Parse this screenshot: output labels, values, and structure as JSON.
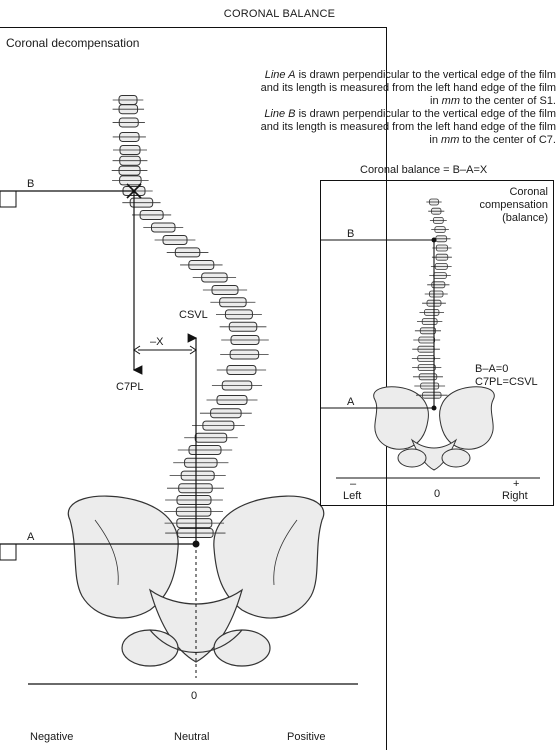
{
  "title": "CORONAL BALANCE",
  "main": {
    "panel_label": "Coronal decompensation",
    "line_b_label": "B",
    "line_a_label": "A",
    "csvl_label": "CSVL",
    "c7pl_label": "C7PL",
    "offset_label": "–X",
    "axis_zero": "0",
    "negative": "Negative",
    "neutral": "Neutral",
    "positive": "Positive"
  },
  "description": {
    "a_lead": "Line A",
    "a_line1": " is drawn perpendicular to the vertical edge of the film",
    "a_line2": "and its length is measured from the left hand edge of the film",
    "a_pre3": "in ",
    "a_mm": "mm",
    "a_post3": " to the center of S1.",
    "b_lead": "Line B",
    "b_line1": " is drawn perpendicular to the vertical edge of the film",
    "b_line2": "and its length is measured from the left hand edge of the film",
    "b_pre3": "in ",
    "b_mm": "mm",
    "b_post3": " to the center of C7."
  },
  "formula": "Coronal balance = B–A=X",
  "inset": {
    "label_line1": "Coronal",
    "label_line2": "compensation",
    "label_line3": "(balance)",
    "line_b_label": "B",
    "line_a_label": "A",
    "eq1": "B–A=0",
    "eq2": "C7PL=CSVL",
    "axis_minus": "–",
    "axis_plus": "+",
    "left": "Left",
    "zero": "0",
    "right": "Right"
  },
  "colors": {
    "ink": "#111111",
    "bone_fill": "#ececec",
    "bone_stroke": "#333333"
  }
}
